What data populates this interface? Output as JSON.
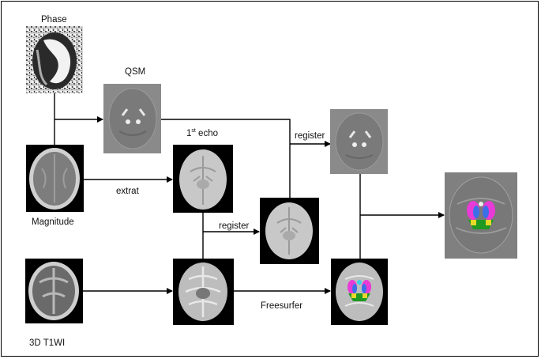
{
  "labels": {
    "phase": "Phase",
    "qsm": "QSM",
    "first_echo_num": "1",
    "first_echo_sup": "st",
    "first_echo_rest": " echo",
    "register_top": "register",
    "extrat": "extrat",
    "magnitude": "Magnitude",
    "register_mid": "register",
    "freesurfer": "Freesurfer",
    "t1wi": "3D T1WI"
  },
  "colors": {
    "line": "#000000",
    "seg_magenta": "#e83ad6",
    "seg_blue": "#3a6fe8",
    "seg_green": "#1e9a22",
    "seg_yellow": "#e8d82a",
    "seg_cyan": "#3ad0e8",
    "qsm_bg": "#808080"
  }
}
